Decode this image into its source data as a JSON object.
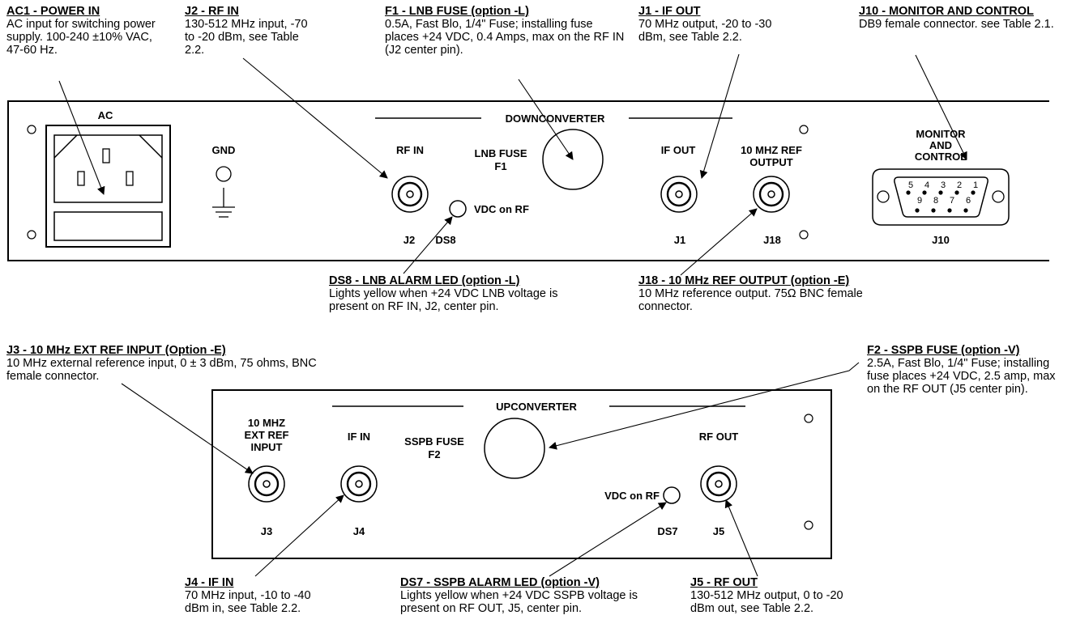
{
  "callouts": {
    "ac1": {
      "title": "AC1 - POWER IN",
      "body": "AC input for switching power supply. 100-240 ±10% VAC, 47-60 Hz."
    },
    "j2": {
      "title": "J2 - RF IN",
      "body": "130-512 MHz input, -70 to -20 dBm, see Table 2.2."
    },
    "f1": {
      "title": "F1 - LNB FUSE (option -L)",
      "body": "0.5A, Fast Blo, 1/4\" Fuse; installing fuse places +24 VDC, 0.4 Amps, max on the RF IN (J2 center pin)."
    },
    "j1": {
      "title": "J1 - IF OUT",
      "body": "70 MHz output, -20 to -30 dBm, see Table 2.2."
    },
    "j10": {
      "title": "J10 - MONITOR AND CONTROL",
      "body": "DB9 female connector.  see Table 2.1."
    },
    "ds8": {
      "title": "DS8 - LNB ALARM LED (option -L)",
      "body": "Lights yellow when +24 VDC LNB voltage is present on RF IN, J2, center pin."
    },
    "j18": {
      "title": "J18 - 10 MHz REF OUTPUT (option -E)",
      "body": "10 MHz reference output.  75Ω BNC female connector."
    },
    "j3": {
      "title": "J3 - 10 MHz EXT REF INPUT (Option -E)",
      "body": "10 MHz external reference input, 0 ± 3 dBm, 75 ohms,  BNC female connector."
    },
    "f2": {
      "title": "F2 - SSPB FUSE (option -V)",
      "body": "2.5A, Fast Blo, 1/4\" Fuse; installing fuse places +24 VDC, 2.5 amp, max on the RF OUT (J5 center pin)."
    },
    "j4": {
      "title": "J4 - IF IN",
      "body": "70 MHz input, -10 to -40 dBm in, see Table 2.2."
    },
    "ds7": {
      "title": "DS7 - SSPB ALARM LED (option -V)",
      "body": "Lights yellow when +24 VDC SSPB voltage is present on RF OUT, J5, center pin."
    },
    "j5": {
      "title": "J5 - RF OUT",
      "body": "130-512 MHz output, 0 to -20 dBm out, see Table 2.2."
    }
  },
  "panel_top": {
    "ac": "AC",
    "gnd": "GND",
    "section": "DOWNCONVERTER",
    "rf_in": "RF IN",
    "lnb_fuse_1": "LNB FUSE",
    "lnb_fuse_2": "F1",
    "vdc_on_rf": "VDC on RF",
    "j2": "J2",
    "ds8": "DS8",
    "if_out": "IF OUT",
    "j1": "J1",
    "ref_out_1": "10 MHZ REF",
    "ref_out_2": "OUTPUT",
    "j18": "J18",
    "mc_1": "MONITOR",
    "mc_2": "AND",
    "mc_3": "CONTROL",
    "j10": "J10",
    "db9_pins_top": [
      "5",
      "4",
      "3",
      "2",
      "1"
    ],
    "db9_pins_bottom": [
      "9",
      "8",
      "7",
      "6"
    ]
  },
  "panel_bottom": {
    "section": "UPCONVERTER",
    "ext_ref_1": "10 MHZ",
    "ext_ref_2": "EXT REF",
    "ext_ref_3": "INPUT",
    "j3": "J3",
    "if_in": "IF IN",
    "j4": "J4",
    "sspb_fuse_1": "SSPB FUSE",
    "sspb_fuse_2": "F2",
    "vdc_on_rf": "VDC on RF",
    "ds7": "DS7",
    "rf_out": "RF OUT",
    "j5": "J5"
  }
}
